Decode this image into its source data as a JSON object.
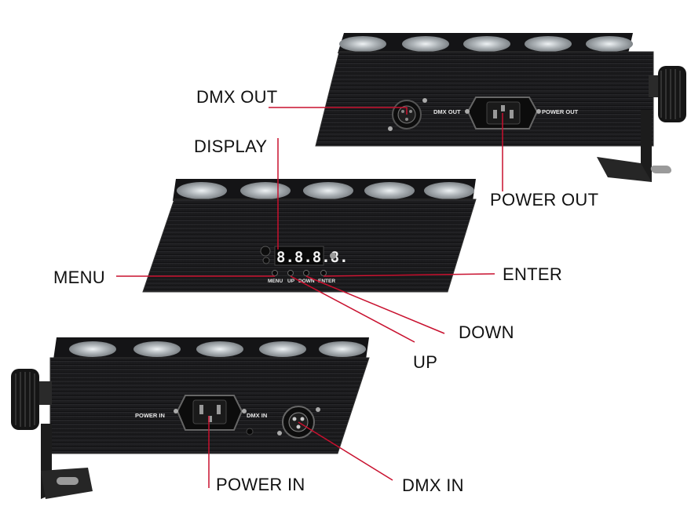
{
  "callouts": {
    "dmx_out": "DMX OUT",
    "display": "DISPLAY",
    "power_out": "POWER OUT",
    "menu": "MENU",
    "enter": "ENTER",
    "down": "DOWN",
    "up": "UP",
    "power_in": "POWER IN",
    "dmx_in": "DMX IN"
  },
  "panel_labels": {
    "dmx_out": "DMX OUT",
    "power_out": "POWER OUT",
    "menu": "MENU",
    "up": "UP",
    "down": "DOWN",
    "enter": "ENTER",
    "power_in": "POWER IN",
    "dmx_in": "DMX IN"
  },
  "display_readout": "8.8.8.8.",
  "colors": {
    "housing": "#1b1b1d",
    "housing_edge": "#2c2c2f",
    "lens": "#cfd3d6",
    "leader_line": "#c8102e"
  }
}
